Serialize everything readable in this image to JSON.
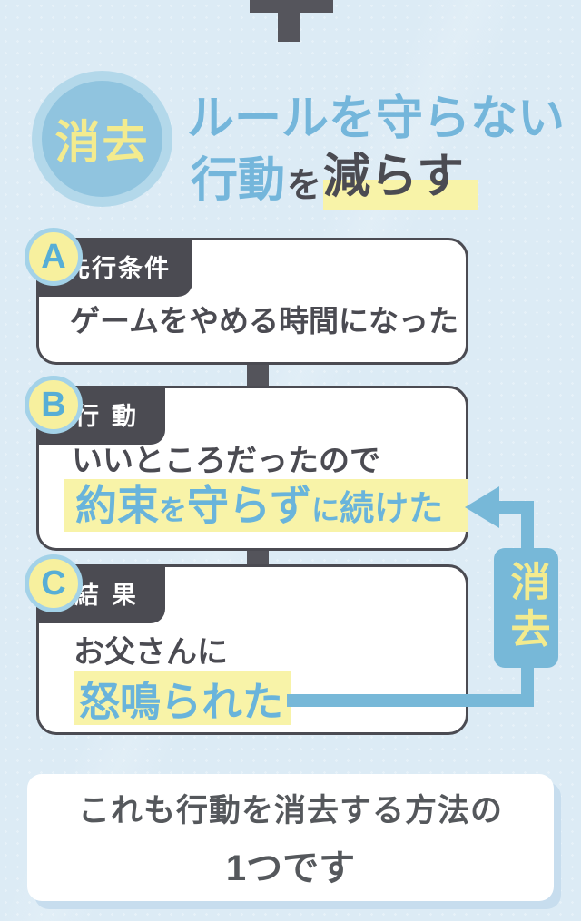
{
  "colors": {
    "background": "#dcebf5",
    "dark": "#4b4b52",
    "title_blue": "#74b6db",
    "content_blue": "#69b4db",
    "teal_loop": "#77b8d8",
    "highlight_yellow": "#f8f3a8",
    "badge_yellow": "#f7f09e",
    "badge_ring_blue": "#a3d2e8",
    "circle_yellow_text": "#f3eb8e"
  },
  "header": {
    "circle_label": "消去",
    "title_line1": "ルールを守らない",
    "title_line2_blue": "行動",
    "title_line2_particle": "を",
    "title_line2_dark": "減らす"
  },
  "flow": {
    "a": {
      "letter": "A",
      "tab": "先行条件",
      "content": "ゲームをやめる時間になった"
    },
    "b": {
      "letter": "B",
      "tab": "行動",
      "line1": "いいところだったので",
      "hl_seg1": "約束",
      "hl_seg2": "を",
      "hl_seg3": "守らず",
      "hl_seg4": "に",
      "hl_seg5": "続けた"
    },
    "c": {
      "letter": "C",
      "tab": "結果",
      "line1": "お父さんに",
      "highlight": "怒鳴られた"
    }
  },
  "loop": {
    "badge_label": "消去"
  },
  "footer": {
    "line1": "これも行動を消去する方法の",
    "line2": "1つです"
  }
}
